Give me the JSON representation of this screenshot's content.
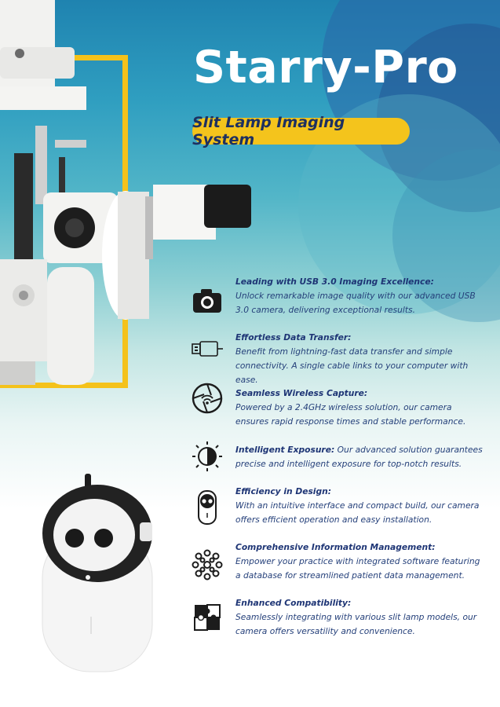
{
  "header": {
    "title": "Starry-Pro",
    "subtitle": "Slit Lamp Imaging System"
  },
  "features": [
    {
      "icon": "camera-icon",
      "heading": "Leading with USB 3.0 Imaging Excellence:",
      "body": "Unlock remarkable image quality with our advanced USB 3.0 camera, delivering exceptional results."
    },
    {
      "icon": "usb-cable-icon",
      "heading": "Effortless Data Transfer:",
      "body": "Benefit from lightning-fast data transfer and simple connectivity. A single cable links to your computer with ease."
    },
    {
      "icon": "wireless-aperture-icon",
      "heading": "Seamless Wireless Capture:",
      "body": "Powered by a 2.4GHz wireless solution, our camera ensures rapid response times and stable performance."
    },
    {
      "icon": "exposure-icon",
      "heading": "Intelligent Exposure:",
      "body": "Our advanced solution guarantees precise and intelligent exposure for top-notch results."
    },
    {
      "icon": "compact-device-icon",
      "heading": "Efficiency in Design:",
      "body": "With an intuitive interface and compact build, our camera offers efficient operation and easy installation."
    },
    {
      "icon": "network-nodes-icon",
      "heading": "Comprehensive Information Management:",
      "body": "Empower your practice with integrated software featuring a database for streamlined patient data management."
    },
    {
      "icon": "puzzle-icon",
      "heading": "Enhanced Compatibility:",
      "body": "Seamlessly integrating with various slit lamp models, our camera offers versatility and convenience."
    }
  ],
  "colors": {
    "accent_yellow": "#f4c21b",
    "heading_navy": "#1e3575",
    "body_blue": "#25407a"
  }
}
